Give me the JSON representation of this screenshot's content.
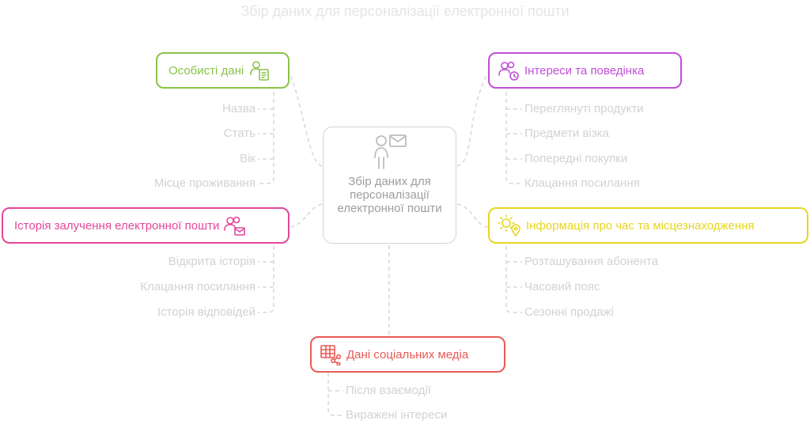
{
  "title": "Збір даних для персоналізації електронної пошти",
  "center": {
    "label": "Збір даних для персоналізації електронної пошти",
    "icon": "person-envelope-icon"
  },
  "colors": {
    "green": "#8bc34a",
    "purple": "#c04fd6",
    "pink": "#e4479a",
    "yellow": "#e6d61f",
    "red": "#ea5a56",
    "connector": "#d7d7d7",
    "item_text": "#d2d2d2"
  },
  "categories": {
    "personal": {
      "label": "Особисті дані",
      "icon": "user-id-card-icon",
      "items": [
        "Назва",
        "Стать",
        "Вік",
        "Місце проживання"
      ]
    },
    "interests": {
      "label": "Інтереси та поведінка",
      "icon": "users-clock-icon",
      "items": [
        "Переглянуті продукти",
        "Предмети візка",
        "Попередні покупки",
        "Клацання посилання"
      ]
    },
    "history": {
      "label": "Історія залучення електронної пошти",
      "icon": "users-mail-icon",
      "items": [
        "Відкрита історія",
        "Клацання посилання",
        "Історія відповідей"
      ]
    },
    "time_location": {
      "label": "Інформація про час та місцезнаходження",
      "icon": "sun-location-icon",
      "items": [
        "Розташування абонента",
        "Часовий пояс",
        "Сезонні продажі"
      ]
    },
    "social": {
      "label": "Дані соціальних медіа",
      "icon": "table-share-icon",
      "items": [
        "Після взаємодії",
        "Виражені інтереси"
      ]
    }
  }
}
